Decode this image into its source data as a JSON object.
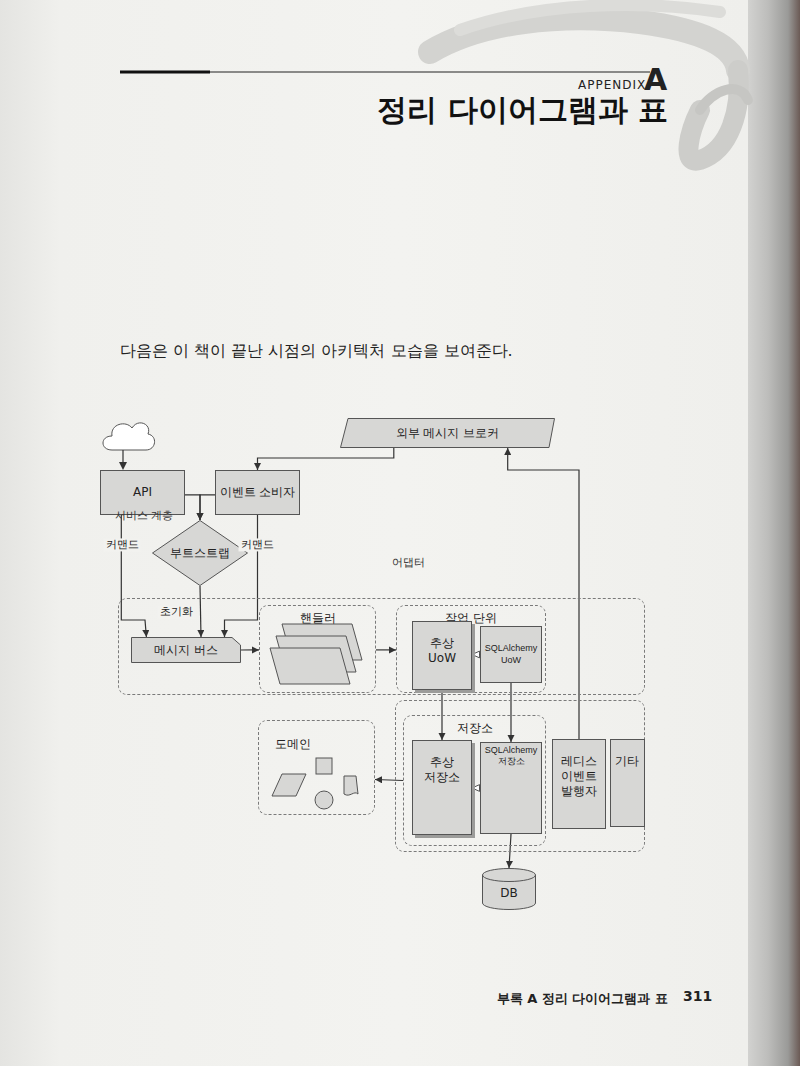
{
  "diagram": {
    "title": "정리 다이어그램과 표",
    "nodes": [
      {
        "text": [
          "외부 메시지 브로커"
        ]
      },
      {
        "text": [
          "API"
        ]
      },
      {
        "text": [
          "이벤트 소비자"
        ]
      },
      {
        "text": [
          "부트스트랩"
        ]
      },
      {
        "text": [
          "서비스 계층"
        ]
      },
      {
        "text": [
          "메시지 버스"
        ],
        "in": 4
      },
      {
        "text": [
          "핸들러"
        ],
        "in": 4
      },
      {
        "text": [
          "작업 단위"
        ],
        "in": 4
      },
      {
        "text": [
          "추상 UoW"
        ],
        "in": 7
      },
      {
        "text": [
          "SQLAlchemy UoW"
        ],
        "in": 7
      },
      {
        "text": [
          "어댑터"
        ]
      },
      {
        "text": [
          "저장소"
        ],
        "in": 10
      },
      {
        "text": [
          "추상 저장소"
        ],
        "in": 11
      },
      {
        "text": [
          "SQLAlchemy 저장소"
        ],
        "in": 11
      },
      {
        "text": [
          "레디스 이벤트 발행자"
        ],
        "in": 10
      },
      {
        "text": [
          "기타"
        ],
        "in": 10
      },
      {
        "text": [
          "도메인"
        ]
      },
      {
        "text": [
          "DB"
        ]
      }
    ],
    "edges": [
      {
        "from": 0,
        "to": 2,
        "arrow": "to"
      },
      {
        "from": 1,
        "to": 3,
        "arrow": "to"
      },
      {
        "from": 2,
        "to": 3,
        "arrow": "to"
      },
      {
        "from": 1,
        "to": 5,
        "label": "커맨드",
        "arrow": "to"
      },
      {
        "from": 2,
        "to": 5,
        "label": "커맨드",
        "arrow": "to"
      },
      {
        "from": 3,
        "to": 5,
        "label": "초기화",
        "arrow": "to"
      },
      {
        "from": 5,
        "to": 6,
        "arrow": "to"
      },
      {
        "from": 6,
        "to": 7,
        "arrow": "to"
      },
      {
        "from": 9,
        "to": 8,
        "arrow": "to"
      },
      {
        "from": 8,
        "to": 12,
        "arrow": "to"
      },
      {
        "from": 9,
        "to": 13,
        "arrow": "to"
      },
      {
        "from": 13,
        "to": 12,
        "arrow": "to"
      },
      {
        "from": 11,
        "to": 16,
        "arrow": "to"
      },
      {
        "from": 13,
        "to": 17,
        "arrow": "to"
      },
      {
        "from": 14,
        "to": 0,
        "arrow": "to"
      }
    ],
    "labels": [
      "APPENDIX",
      "A",
      "다음은 이 책이 끝난 시점의 아키텍처 모습을 보여준다.",
      "부록 A 정리 다이어그램과 표",
      "311"
    ]
  }
}
